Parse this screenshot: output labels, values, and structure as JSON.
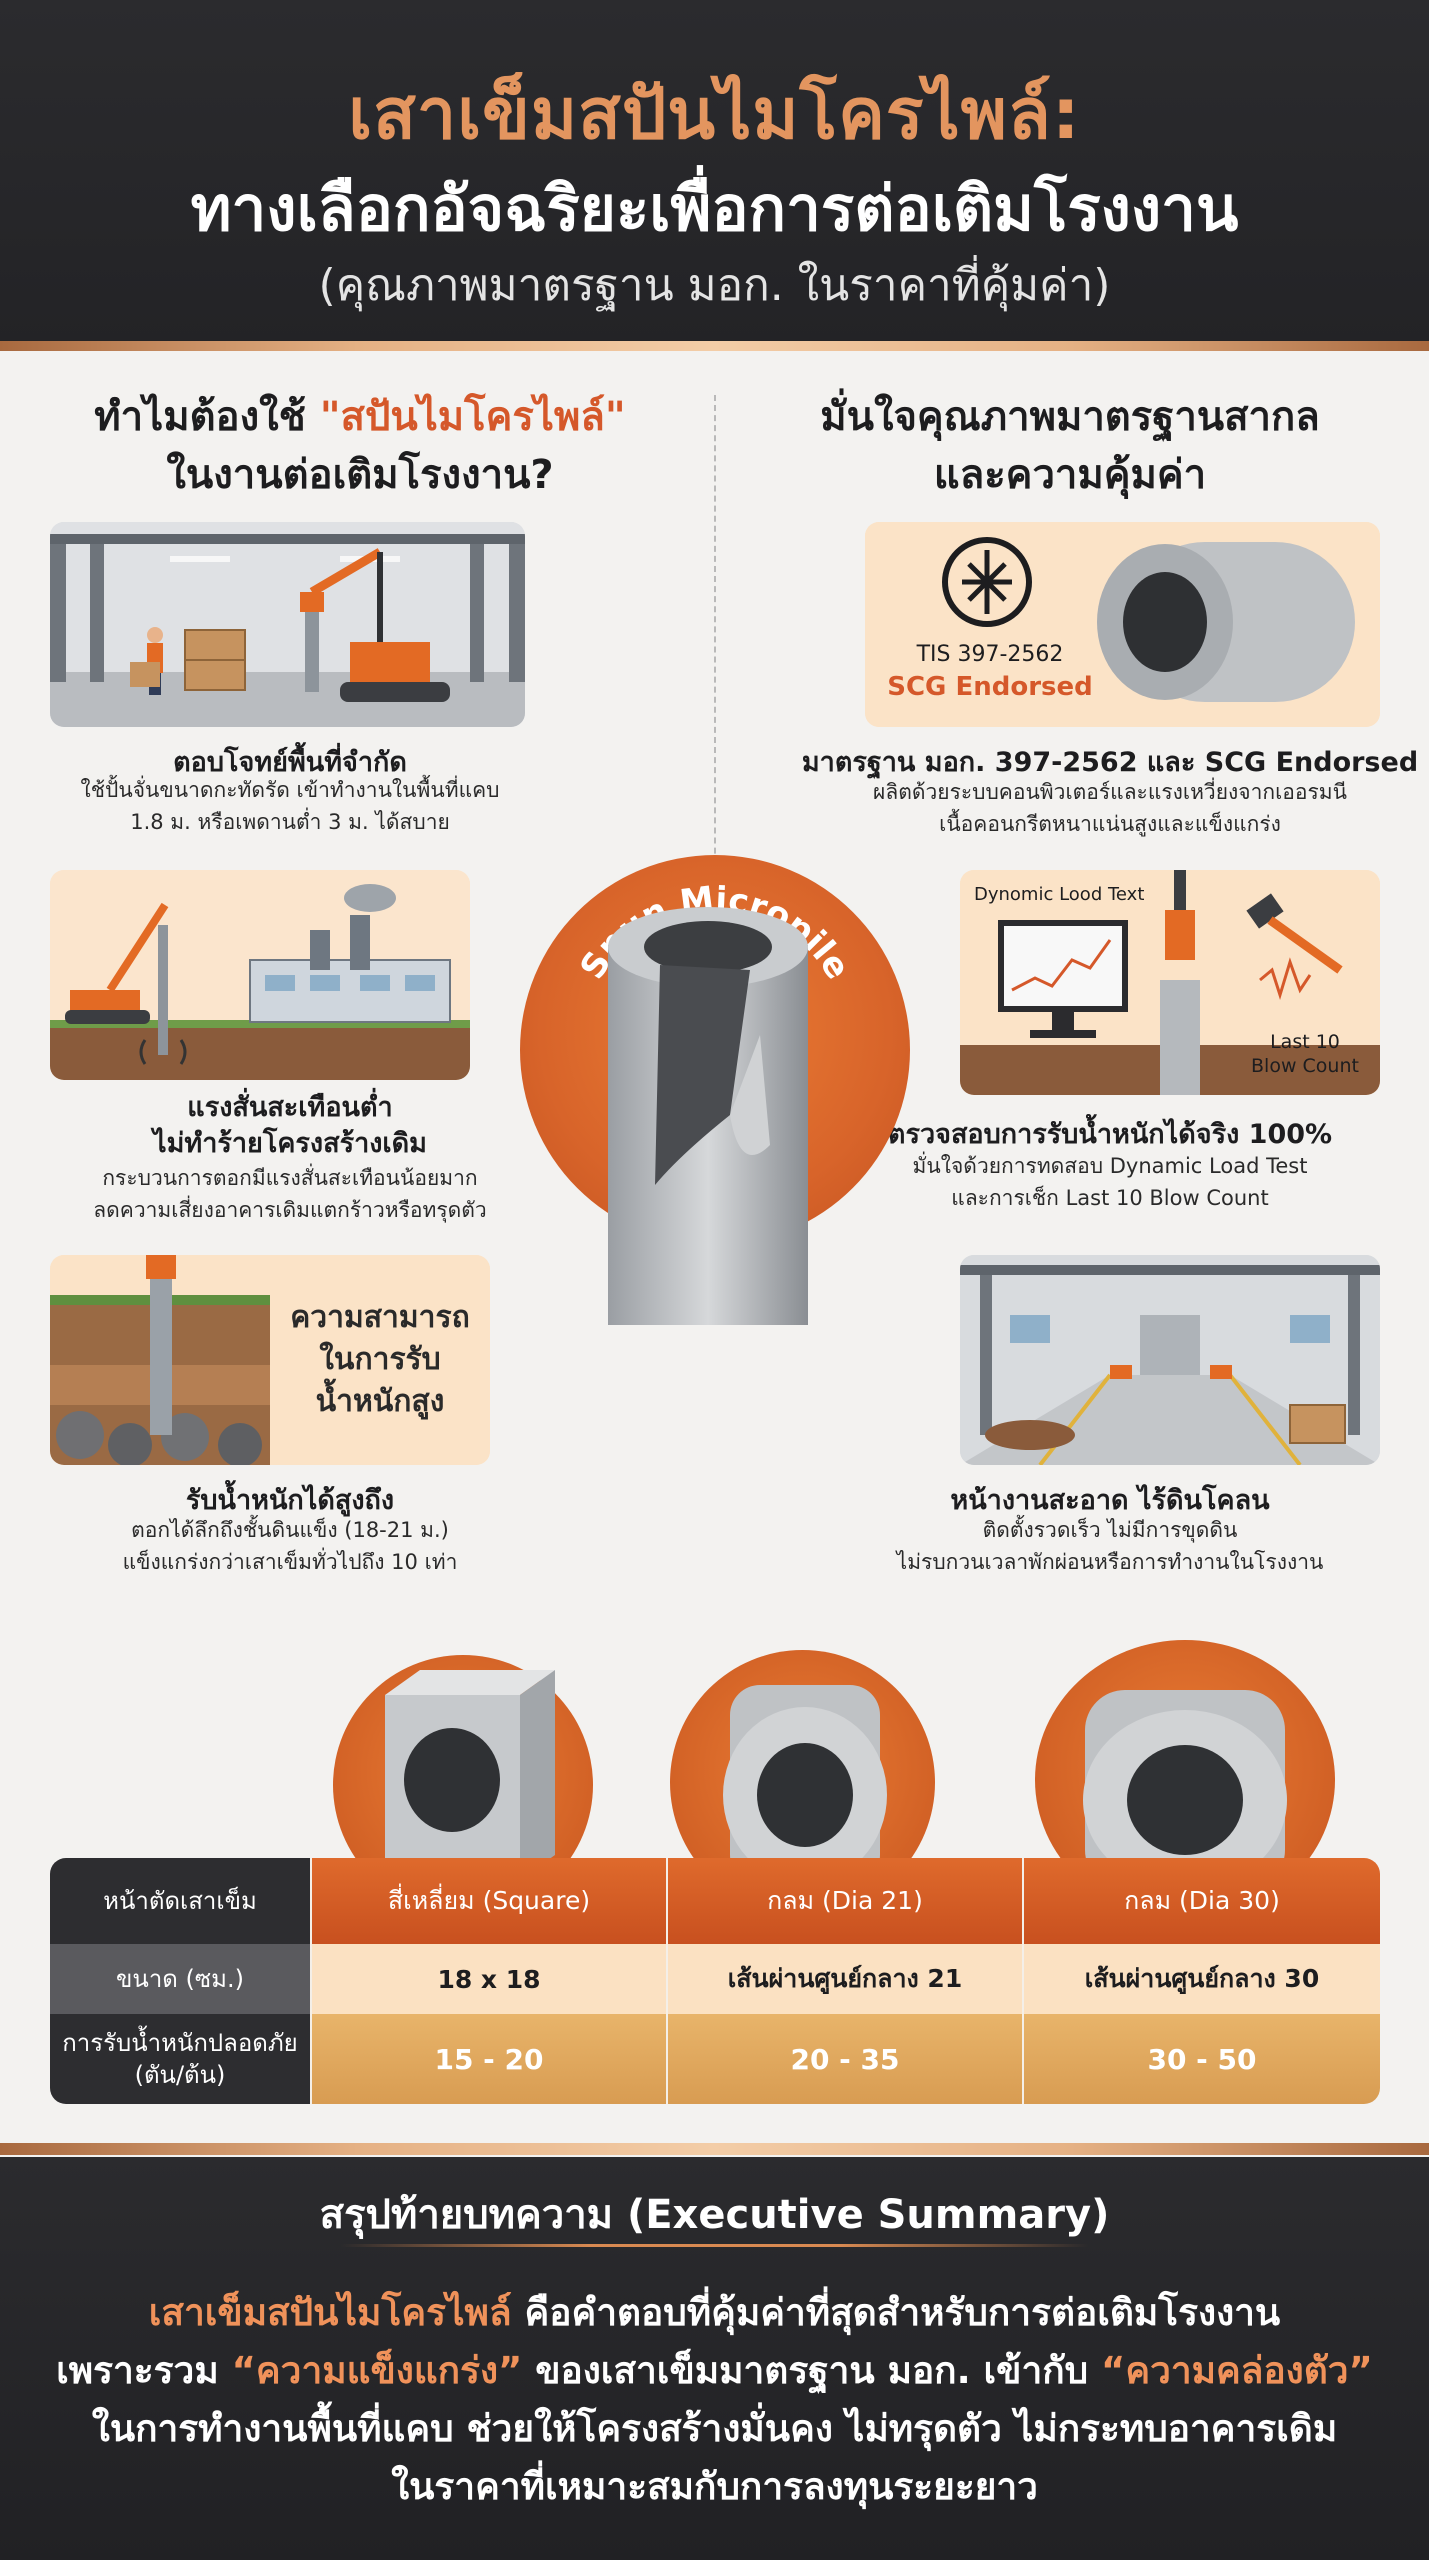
{
  "header": {
    "title": "เสาเข็มสปันไมโครไพล์:",
    "subtitle": "ทางเลือกอัจฉริยะเพื่อการต่อเติมโรงงาน",
    "paren": "(คุณภาพมาตรฐาน มอก. ในราคาที่คุ้มค่า)"
  },
  "left_heading": {
    "line1_prefix": "ทำไมต้องใช้ ",
    "line1_accent": "\"สปันไมโครไพล์\"",
    "line2": "ในงานต่อเติมโรงงาน?"
  },
  "right_heading": {
    "line1": "มั่นใจคุณภาพมาตรฐานสากล",
    "line2": "และความคุ้มค่า"
  },
  "left_features": [
    {
      "title": "ตอบโจทย์พื้นที่จำกัด",
      "desc1": "ใช้ปั้นจั่นขนาดกะทัดรัด เข้าทำงานในพื้นที่แคบ",
      "desc2": "1.8 ม. หรือเพดานต่ำ 3 ม. ได้สบาย"
    },
    {
      "title": "แรงสั่นสะเทือนต่ำ",
      "title2": "ไม่ทำร้ายโครงสร้างเดิม",
      "desc1": "กระบวนการตอกมีแรงสั่นสะเทือนน้อยมาก",
      "desc2": "ลดความเสี่ยงอาคารเดิมแตกร้าวหรือทรุดตัว"
    },
    {
      "overlay1": "ความสามารถ",
      "overlay2": "ในการรับ",
      "overlay3": "น้ำหนักสูง",
      "title": "รับน้ำหนักได้สูงถึง",
      "desc1": "ตอกได้ลึกถึงชั้นดินแข็ง (18-21 ม.)",
      "desc2": "แข็งแกร่งกว่าเสาเข็มทั่วไปถึง 10 เท่า"
    }
  ],
  "right_features": [
    {
      "badge_code": "TIS 397-2562",
      "badge_brand": "SCG Endorsed",
      "title": "มาตรฐาน มอก. 397-2562 และ SCG Endorsed",
      "desc1": "ผลิตด้วยระบบคอนพิวเตอร์และแรงเหวี่ยงจากเออรมนี",
      "desc2": "เนื้อคอนกรีตหนาแน่นสูงและแข็งแกร่ง"
    },
    {
      "screen_label": "Dynomic Lood Text",
      "count_label1": "Last 10",
      "count_label2": "Blow Count",
      "title": "ตรวจสอบการรับน้ำหนักได้จริง 100%",
      "desc1": "มั่นใจด้วยการทดสอบ Dynamic Load Test",
      "desc2": "และการเช็ก Last 10 Blow Count"
    },
    {
      "title": "หน้างานสะอาด ไร้ดินโคลน",
      "desc1": "ติดตั้งรวดเร็ว ไม่มีการขุดดิน",
      "desc2": "ไม่รบกวนเวลาพักผ่อนหรือการทำงานในโรงงาน"
    }
  ],
  "center_pile_label": "Spun Micropile",
  "table": {
    "header_label": "หน้าตัดเสาเข็ม",
    "columns": [
      "สี่เหลี่ยม (Square)",
      "กลม (Dia 21)",
      "กลม (Dia 30)"
    ],
    "rows": [
      {
        "label": "ขนาด (ซม.)",
        "values": [
          "18 x 18",
          "เส้นผ่านศูนย์กลาง 21",
          "เส้นผ่านศูนย์กลาง 30"
        ]
      },
      {
        "label1": "การรับน้ำหนักปลอดภัย",
        "label2": "(ตัน/ต้น)",
        "values": [
          "15 - 20",
          "20 - 35",
          "30 - 50"
        ]
      }
    ]
  },
  "summary": {
    "title": "สรุปท้ายบทความ (Executive Summary)",
    "l1_accent": "เสาเข็มสปันไมโครไพล์",
    "l1_rest": " คือคำตอบที่คุ้มค่าที่สุดสำหรับการต่อเติมโรงงาน",
    "l2_a": "เพราะรวม ",
    "l2_accent1": "“ความแข็งแกร่ง”",
    "l2_b": " ของเสาเข็มมาตรฐาน มอก. เข้ากับ ",
    "l2_accent2": "“ความคล่องตัว”",
    "l3": "ในการทำงานพื้นที่แคบ ช่วยให้โครงสร้างมั่นคง ไม่ทรุดตัว ไม่กระทบอาคารเดิม",
    "l4": "ในราคาที่เหมาะสมกับการลงทุนระยะยาว"
  },
  "colors": {
    "accent_orange": "#d5582a",
    "copper": "#e3955f",
    "dark": "#2b2b2e",
    "cream": "#fbe3c7"
  }
}
